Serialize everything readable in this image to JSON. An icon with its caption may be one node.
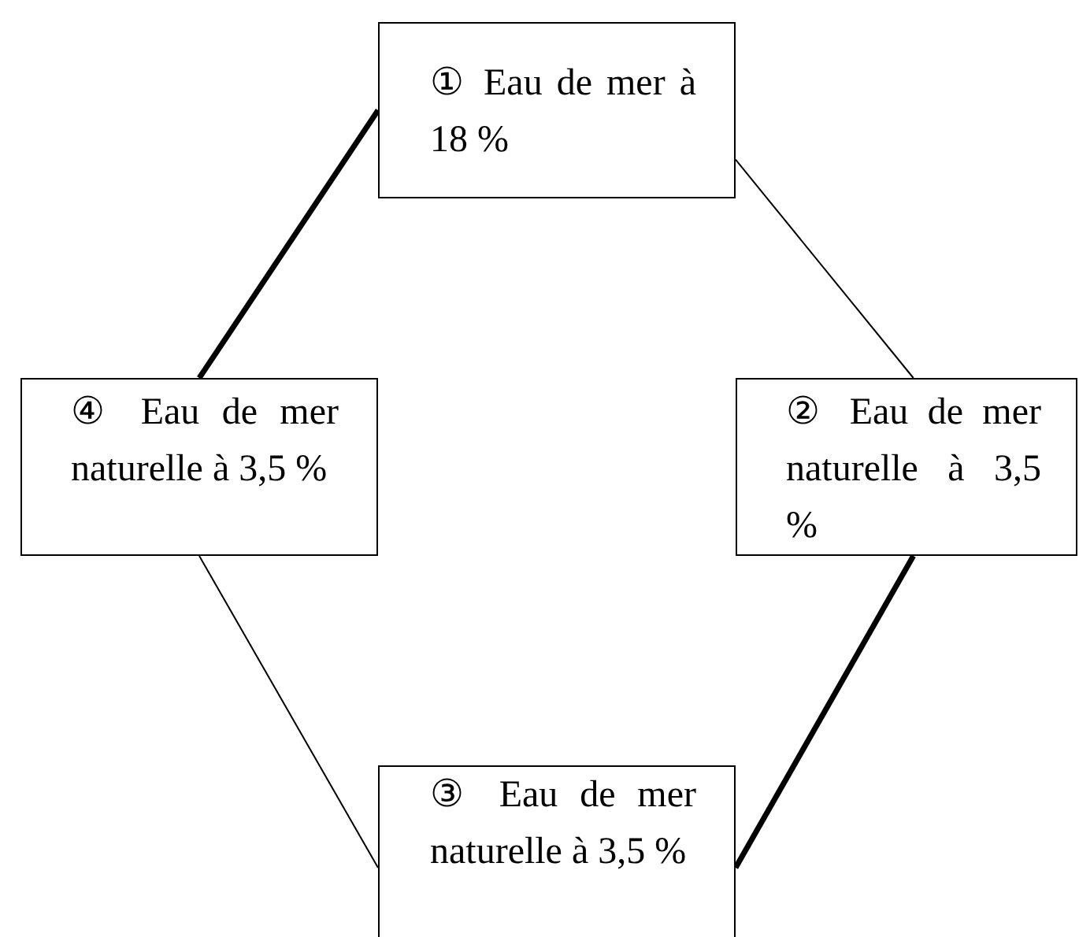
{
  "diagram": {
    "nodes": [
      {
        "text": [
          "① Eau de mer à 18 %"
        ]
      },
      {
        "text": [
          "② Eau de mer naturelle à 3,5 %"
        ]
      },
      {
        "text": [
          "③ Eau de mer naturelle à 3,5 %"
        ]
      },
      {
        "text": [
          "④ Eau de mer naturelle à 3,5 %"
        ]
      }
    ],
    "edges": [
      {
        "from": 0,
        "to": 1,
        "arrow": "none"
      },
      {
        "from": 1,
        "to": 2,
        "arrow": "none",
        "style": "thick"
      },
      {
        "from": 2,
        "to": 3,
        "arrow": "none"
      },
      {
        "from": 3,
        "to": 0,
        "arrow": "none",
        "style": "thick"
      }
    ]
  }
}
